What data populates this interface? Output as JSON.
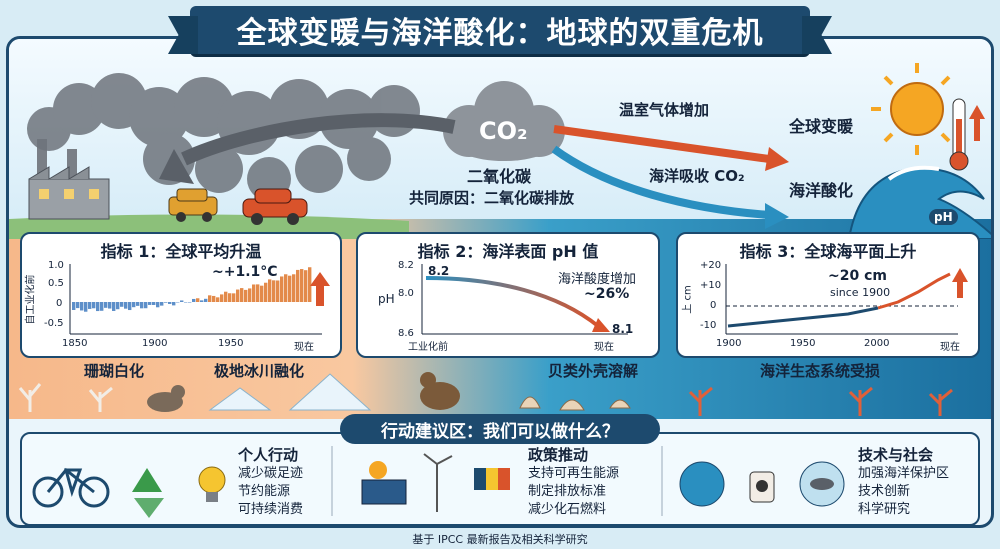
{
  "title": "全球变暖与海洋酸化：地球的双重危机",
  "top": {
    "co2_label": "CO₂",
    "co2_name": "二氧化碳",
    "common_cause": "共同原因：二氧化碳排放",
    "arrow1_label": "温室气体增加",
    "arrow1_result": "全球变暖",
    "arrow2_label": "海洋吸收 CO₂",
    "arrow2_result": "海洋酸化",
    "ph_badge": "pH"
  },
  "panels": [
    {
      "title": "指标 1：全球平均升温",
      "annotation": "~+1.1°C",
      "ylabel": "自工业化前",
      "y_ticks": [
        "1.0",
        "0.5",
        "0",
        "-0.5"
      ],
      "x_ticks": [
        "1850",
        "1900",
        "1950",
        "现在"
      ]
    },
    {
      "title": "指标 2：海洋表面 pH 值",
      "ylabel": "pH",
      "y_ticks": [
        "8.2",
        "8.0",
        "8.6"
      ],
      "start_value": "8.2",
      "end_value": "8.1",
      "annotation_line1": "海洋酸度增加",
      "annotation_line2": "~26%",
      "x_ticks": [
        "工业化前",
        "现在"
      ]
    },
    {
      "title": "指标 3：全球海平面上升",
      "ylabel": "上 cm",
      "y_ticks": [
        "+20",
        "+10",
        "0",
        "-10"
      ],
      "annotation_line1": "~20 cm",
      "annotation_line2": "since 1900",
      "x_ticks": [
        "1900",
        "1950",
        "2000",
        "现在"
      ]
    }
  ],
  "impacts": [
    "珊瑚白化",
    "极地冰川融化",
    "贝类外壳溶解",
    "海洋生态系统受损"
  ],
  "actions": {
    "title": "行动建议区：我们可以做什么？",
    "groups": [
      {
        "head": "个人行动",
        "items": [
          "减少碳足迹",
          "节约能源",
          "可持续消费"
        ]
      },
      {
        "head": "政策推动",
        "items": [
          "支持可再生能源",
          "制定排放标准",
          "减少化石燃料"
        ]
      },
      {
        "head": "技术与社会",
        "items": [
          "加强海洋保护区",
          "技术创新",
          "科学研究"
        ]
      }
    ]
  },
  "footer": "基于 IPCC 最新报告及相关科学研究",
  "colors": {
    "navy": "#1d4a6e",
    "warming_red": "#d9532b",
    "ocean_blue": "#2a8fc0",
    "bar_blue": "#5d8fc9",
    "bar_orange": "#e38a4a"
  },
  "icons": [
    "factory-icon",
    "car-icon",
    "sun-icon",
    "thermometer-icon",
    "wave-icon",
    "seal-icon",
    "iceberg-icon",
    "otter-icon",
    "shell-icon",
    "coral-icon",
    "bicycle-icon",
    "recycle-icon",
    "bulb-icon",
    "solar-panel-icon",
    "wind-turbine-icon",
    "flag-icon",
    "ocean-icon",
    "sensor-icon",
    "fish-icon"
  ]
}
